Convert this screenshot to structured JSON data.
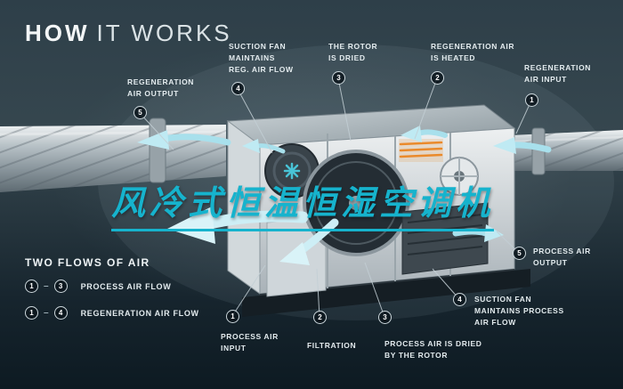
{
  "title": {
    "word1": "HOW",
    "word2": "IT WORKS"
  },
  "watermark": {
    "text": "风冷式恒温恒湿空调机"
  },
  "top_callouts": [
    {
      "num": "5",
      "label": "REGENERATION\nAIR OUTPUT"
    },
    {
      "num": "4",
      "label": "SUCTION FAN\nMAINTAINS\nREG. AIR FLOW"
    },
    {
      "num": "3",
      "label": "THE ROTOR\nIS DRIED"
    },
    {
      "num": "2",
      "label": "REGENERATION AIR\nIS HEATED"
    },
    {
      "num": "1",
      "label": "REGENERATION\nAIR INPUT"
    }
  ],
  "bottom_callouts": [
    {
      "num": "1",
      "label": "PROCESS AIR\nINPUT"
    },
    {
      "num": "2",
      "label": "FILTRATION"
    },
    {
      "num": "3",
      "label": "PROCESS AIR IS DRIED\nBY THE ROTOR"
    },
    {
      "num": "4",
      "label": "SUCTION FAN\nMAINTAINS PROCESS\nAIR FLOW"
    },
    {
      "num": "5",
      "label": "PROCESS AIR\nOUTPUT"
    }
  ],
  "legend": {
    "heading": "TWO FLOWS OF AIR",
    "rows": [
      {
        "from": "1",
        "to": "3",
        "separator": "–",
        "label": "PROCESS AIR FLOW"
      },
      {
        "from": "1",
        "to": "4",
        "separator": "–",
        "label": "REGENERATION AIR FLOW"
      }
    ]
  },
  "colors": {
    "accent_teal": "#16b3cd",
    "arrow_teal": "#aee4ef",
    "heater_orange": "#ea8a2b",
    "background_top": "#36474f",
    "background_bottom": "#0d1a22"
  }
}
